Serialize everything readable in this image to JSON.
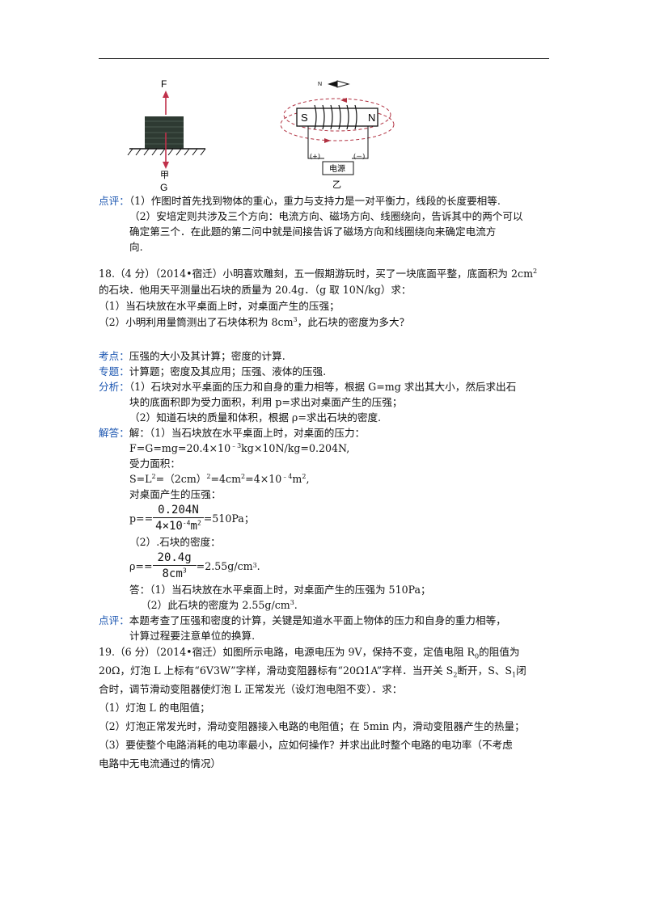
{
  "figures": {
    "fig_a": {
      "force_top": "F",
      "force_bottom": "G",
      "caption": "甲"
    },
    "fig_b": {
      "compass": "N",
      "pole_left": "S",
      "pole_right": "N",
      "plus": "(+)",
      "minus": "(－)",
      "source": "电源",
      "caption": "乙"
    }
  },
  "review17": {
    "tag": "点评：",
    "l1": "（1）作图时首先找到物体的重心，重力与支持力是一对平衡力，线段的长度要相等.",
    "l2": "（2）安培定则共涉及三个方向：电流方向、磁场方向、线圈绕向，告诉其中的两个可以",
    "l3": "确定第三个．在此题的第二问中就是间接告诉了磁场方向和线圈绕向来确定电流方",
    "l4": "向."
  },
  "q18": {
    "l1": "18.（4 分）（2014•宿迁）小明喜欢雕刻，五一假期游玩时，买了一块底面平整，底面积为 2cm",
    "l1_sup": "2",
    "l2": "的石块．他用天平测量出石块的质量为 20.4g．（g 取 10N/kg）求：",
    "l3": "（1）当石块放在水平桌面上时，对桌面产生的压强；",
    "l4a": "（2）小明利用量筒测出了石块体积为 8cm",
    "l4_sup": "3",
    "l4b": "，此石块的密度为多大？"
  },
  "a18": {
    "tag_kd": "考点：",
    "kd": "压强的大小及其计算；密度的计算.",
    "tag_zt": "专题：",
    "zt": "计算题；密度及其应用；压强、液体的压强.",
    "tag_fx": "分析：",
    "fx1": "（1）石块对水平桌面的压力和自身的重力相等，根据 G=mg 求出其大小，然后求出石",
    "fx2": "块的底面积即为受力面积，利用 p=求出对桌面产生的压强；",
    "fx3": "（2）知道石块的质量和体积，根据 ρ=求出石块的密度.",
    "tag_jd": "解答：",
    "jd1": "解：（1）当石块放在水平桌面上时，对桌面的压力：",
    "jd2a": "F=G=mg=20.4×10",
    "jd2_sup": "﹣3",
    "jd2b": "kg×10N/kg=0.204N,",
    "jd3": "受力面积：",
    "jd4a": "S=L",
    "jd4_sup1": "2",
    "jd4b": "=（2cm）",
    "jd4_sup2": "2",
    "jd4c": "=4cm",
    "jd4_sup3": "2",
    "jd4d": "=4×10",
    "jd4_sup4": "﹣4",
    "jd4e": "m",
    "jd4_sup5": "2",
    "jd4f": ",",
    "jd5": "对桌面产生的压强：",
    "p_left": "p==",
    "p_num": "0.204N",
    "p_den": "4×10",
    "p_den_sup": "-4",
    "p_den_unit": "m",
    "p_den_sup2": "2",
    "p_right": "=510Pa；",
    "jd6": "（2）.石块的密度：",
    "rho_left": "ρ==",
    "rho_num": "20.4g",
    "rho_den": "8cm",
    "rho_den_sup": "3",
    "rho_right": "=2.55g/cm",
    "rho_right_sup": "3",
    "rho_right_end": ".",
    "ans1": "答：（1）当石块放在水平桌面上时，对桌面产生的压强为 510Pa；",
    "ans2a": "（2）此石块的密度为 2.55g/cm",
    "ans2_sup": "3",
    "ans2b": ".",
    "tag_dp": "点评：",
    "dp1": "本题考查了压强和密度的计算，关键是知道水平面上物体的压力和自身的重力相等，",
    "dp2": "计算过程要注意单位的换算."
  },
  "q19": {
    "l1a": "19.（6 分）（2014•宿迁）如图所示电路，电源电压为 9V，保持不变，定值电阻 R",
    "l1_sub": "0",
    "l1b": "的阻值为",
    "l2a": "20Ω，灯泡 L 上标有“6V3W”字样，滑动变阻器标有“20Ω1A”字样．当开关 S",
    "l2_sub1": "2",
    "l2b": "断开，S、S",
    "l2_sub2": "1",
    "l2c": "闭",
    "l3": "合时，调节滑动变阻器使灯泡 L 正常发光（设灯泡电阻不变）．求：",
    "l4": "（1）灯泡 L 的电阻值；",
    "l5": "（2）灯泡正常发光时，滑动变阻器接入电路的电阻值；在 5min 内，滑动变阻器产生的热量；",
    "l6": "（3）要使整个电路消耗的电功率最小，应如何操作？并求出此时整个电路的电功率（不考虑",
    "l7": "电路中无电流通过的情况）"
  }
}
